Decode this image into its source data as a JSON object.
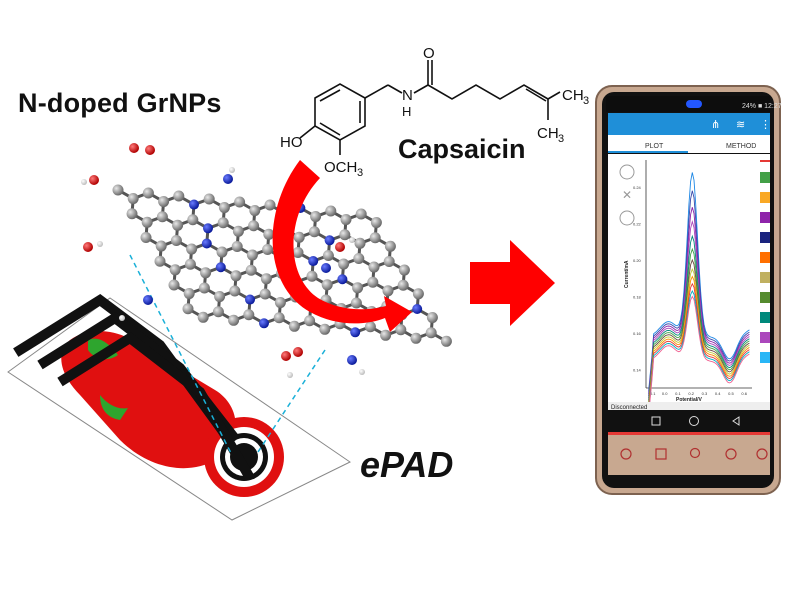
{
  "labels": {
    "ndoped": "N-doped GrNPs",
    "capsaicin": "Capsaicin",
    "epad": "ePAD"
  },
  "molecule": {
    "ho": "HO",
    "och3": "OCH",
    "och3_sub": "3",
    "nh": "H",
    "n": "N",
    "o": "O",
    "ch3_top": "CH",
    "ch3_bottom": "CH",
    "sub3": "3"
  },
  "phone": {
    "status_text": "24% ■ 12:27",
    "tabs": [
      "PLOT",
      "METHOD"
    ],
    "status_bar": "Disconnected",
    "chart_ylabel": "Current/mA",
    "chart_xlabel": "Potential/V"
  },
  "colors": {
    "arrow": "#ff0000",
    "app_bar": "#1f8fd8",
    "phone_frame": "#c8a890",
    "dash_line": "#1ab0d8"
  },
  "chart_data": {
    "type": "line",
    "xlabel": "Potential/V",
    "ylabel": "Current/mA",
    "x_ticks": [
      "-0.1",
      "0.0",
      "0.1",
      "0.2",
      "0.3",
      "0.4",
      "0.5",
      "0.6"
    ],
    "y_ticks": [
      "0.14",
      "0.16",
      "0.18",
      "0.20",
      "0.22",
      "0.24"
    ],
    "xlim": [
      -0.15,
      0.65
    ],
    "ylim": [
      0.13,
      0.255
    ],
    "series": [
      {
        "color": "#1e88e5",
        "peak": 0.248
      },
      {
        "color": "#3949ab",
        "peak": 0.238
      },
      {
        "color": "#8e24aa",
        "peak": 0.229
      },
      {
        "color": "#ab47bc",
        "peak": 0.221
      },
      {
        "color": "#00897b",
        "peak": 0.213
      },
      {
        "color": "#43a047",
        "peak": 0.206
      },
      {
        "color": "#6d4c41",
        "peak": 0.2
      },
      {
        "color": "#c0ca33",
        "peak": 0.195
      },
      {
        "color": "#fb8c00",
        "peak": 0.191
      },
      {
        "color": "#e53935",
        "peak": 0.187
      },
      {
        "color": "#00acc1",
        "peak": 0.183
      },
      {
        "color": "#f06292",
        "peak": 0.18
      }
    ],
    "legend_swatches": [
      "#e53935",
      "#43a047",
      "#f9a825",
      "#8e24aa",
      "#1a237e",
      "#ff6f00",
      "#c0b060",
      "#558b2f",
      "#00897b",
      "#ab47bc",
      "#29b6f6"
    ]
  }
}
